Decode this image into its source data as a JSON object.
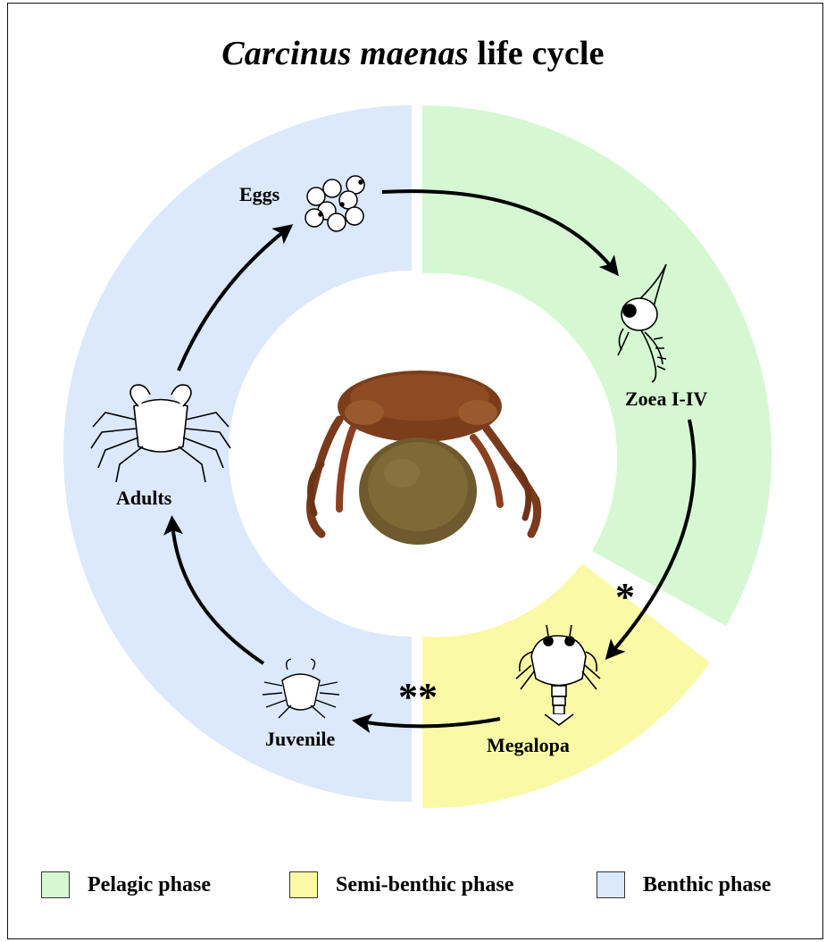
{
  "title": {
    "italic": "Carcinus maenas",
    "rest": " life cycle"
  },
  "stages": {
    "eggs": "Eggs",
    "zoea": "Zoea I-IV",
    "megalopa": "Megalopa",
    "juvenile": "Juvenile",
    "adults": "Adults"
  },
  "markers": {
    "single": "*",
    "double": "**"
  },
  "legend": [
    {
      "label": "Pelagic phase",
      "color": "#d5f8d2"
    },
    {
      "label": "Semi-benthic phase",
      "color": "#fafaa6"
    },
    {
      "label": "Benthic phase",
      "color": "#dce8fb"
    }
  ],
  "colors": {
    "pelagic": "#d5f8d2",
    "semi_benthic": "#fafaa6",
    "benthic": "#dce8fb",
    "arrow": "#000000"
  }
}
